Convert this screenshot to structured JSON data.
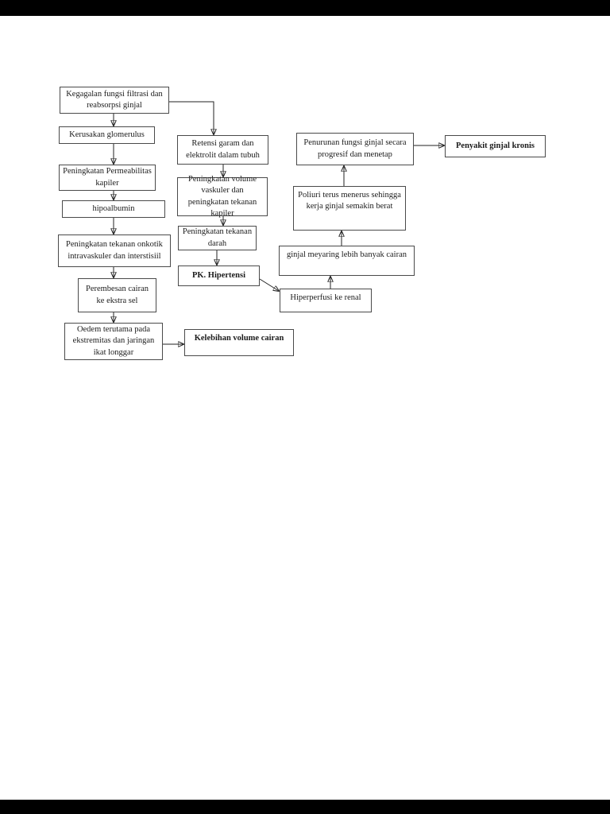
{
  "page": {
    "background_color": "#ffffff",
    "letterbox_color": "#000000",
    "text_color": "#1b1b1b",
    "box_border_color": "#4a4a4a"
  },
  "diagram": {
    "type": "flowchart",
    "language": "Indonesian",
    "topic": "Patofisiologi gagal ginjal / penyakit ginjal kronis",
    "nodes": {
      "kegagalan": {
        "label": "Kegagalan fungsi filtrasi dan reabsorpsi ginjal",
        "emphasis": "normal"
      },
      "kerusakan": {
        "label": "Kerusakan glomerulus",
        "emphasis": "normal"
      },
      "permeabilitas": {
        "label": "Peningkatan Permeabilitas kapiler",
        "emphasis": "normal"
      },
      "hipoalbumin": {
        "label": "hipoalbumin",
        "emphasis": "normal"
      },
      "onkotik": {
        "label": "Peningkatan tekanan onkotik intravaskuler dan interstisiil",
        "emphasis": "normal"
      },
      "perembesan": {
        "label": "Perembesan cairan ke ekstra sel",
        "emphasis": "normal"
      },
      "oedem": {
        "label": "Oedem terutama pada ekstremitas dan jaringan ikat longgar",
        "emphasis": "normal"
      },
      "retensi": {
        "label": "Retensi garam dan elektrolit dalam tubuh",
        "emphasis": "normal"
      },
      "volume_vaskuler": {
        "label": "Peningkatan volume vaskuler dan peningkatan tekanan kapiler",
        "emphasis": "normal"
      },
      "tekanan_darah": {
        "label": "Peningkatan tekanan darah",
        "emphasis": "normal"
      },
      "pk_hipertensi": {
        "label": "PK. Hipertensi",
        "emphasis": "bold"
      },
      "kelebihan_volume": {
        "label": "Kelebihan volume cairan",
        "emphasis": "bold"
      },
      "hiperperfusi": {
        "label": "Hiperperfusi ke renal",
        "emphasis": "normal"
      },
      "ginjal_menyaring": {
        "label": "ginjal meyaring lebih banyak cairan",
        "emphasis": "normal"
      },
      "poliuri": {
        "label": "Poliuri terus menerus sehingga kerja ginjal semakin berat",
        "emphasis": "normal"
      },
      "penurunan": {
        "label": "Penurunan fungsi ginjal secara progresif dan menetap",
        "emphasis": "normal"
      },
      "penyakit_kronis": {
        "label": "Penyakit ginjal kronis",
        "emphasis": "bold"
      }
    },
    "edges": [
      {
        "from": "kegagalan",
        "to": "kerusakan"
      },
      {
        "from": "kegagalan",
        "to": "retensi"
      },
      {
        "from": "kerusakan",
        "to": "permeabilitas"
      },
      {
        "from": "permeabilitas",
        "to": "hipoalbumin"
      },
      {
        "from": "hipoalbumin",
        "to": "onkotik"
      },
      {
        "from": "onkotik",
        "to": "perembesan"
      },
      {
        "from": "perembesan",
        "to": "oedem"
      },
      {
        "from": "oedem",
        "to": "kelebihan_volume"
      },
      {
        "from": "retensi",
        "to": "volume_vaskuler"
      },
      {
        "from": "volume_vaskuler",
        "to": "tekanan_darah"
      },
      {
        "from": "tekanan_darah",
        "to": "pk_hipertensi"
      },
      {
        "from": "pk_hipertensi",
        "to": "hiperperfusi"
      },
      {
        "from": "hiperperfusi",
        "to": "ginjal_menyaring"
      },
      {
        "from": "ginjal_menyaring",
        "to": "poliuri"
      },
      {
        "from": "poliuri",
        "to": "penurunan"
      },
      {
        "from": "penurunan",
        "to": "penyakit_kronis"
      }
    ]
  }
}
